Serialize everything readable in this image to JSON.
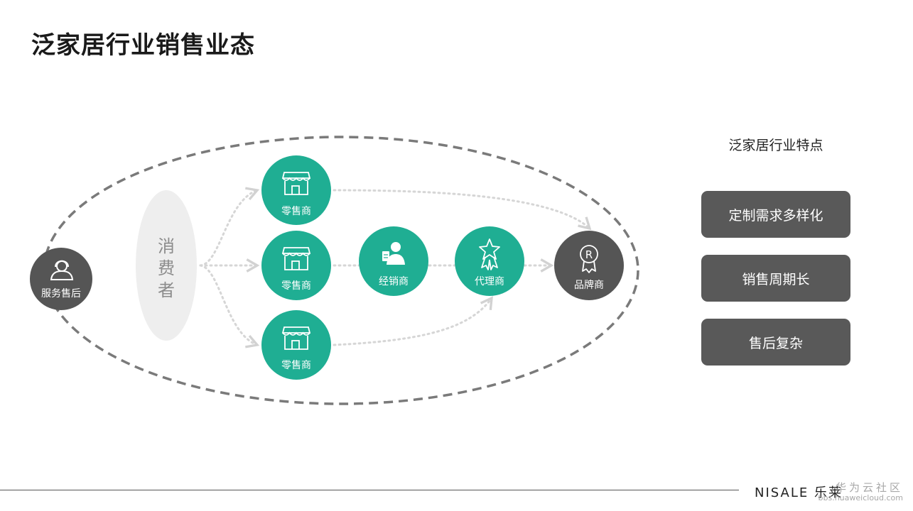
{
  "title": "泛家居行业销售业态",
  "diagram": {
    "consumer": "消费者",
    "service": "服务售后",
    "retailers": [
      "零售商",
      "零售商",
      "零售商"
    ],
    "distributor": "经销商",
    "agent": "代理商",
    "brand": "品牌商"
  },
  "features": {
    "title": "泛家居行业特点",
    "items": [
      "定制需求多样化",
      "销售周期长",
      "售后复杂"
    ]
  },
  "footer": {
    "brand": "NISALE 乐莱",
    "watermark_main": "华为云社区",
    "watermark_url": "bbs.huaweicloud.com"
  },
  "colors": {
    "teal": "#1fae93",
    "dark_node": "#555555",
    "feature_box": "#595959",
    "consumer_bg": "#eeeeee",
    "dashed_ellipse": "#7a7a7a",
    "dotted_arrow": "#d6d6d6"
  }
}
